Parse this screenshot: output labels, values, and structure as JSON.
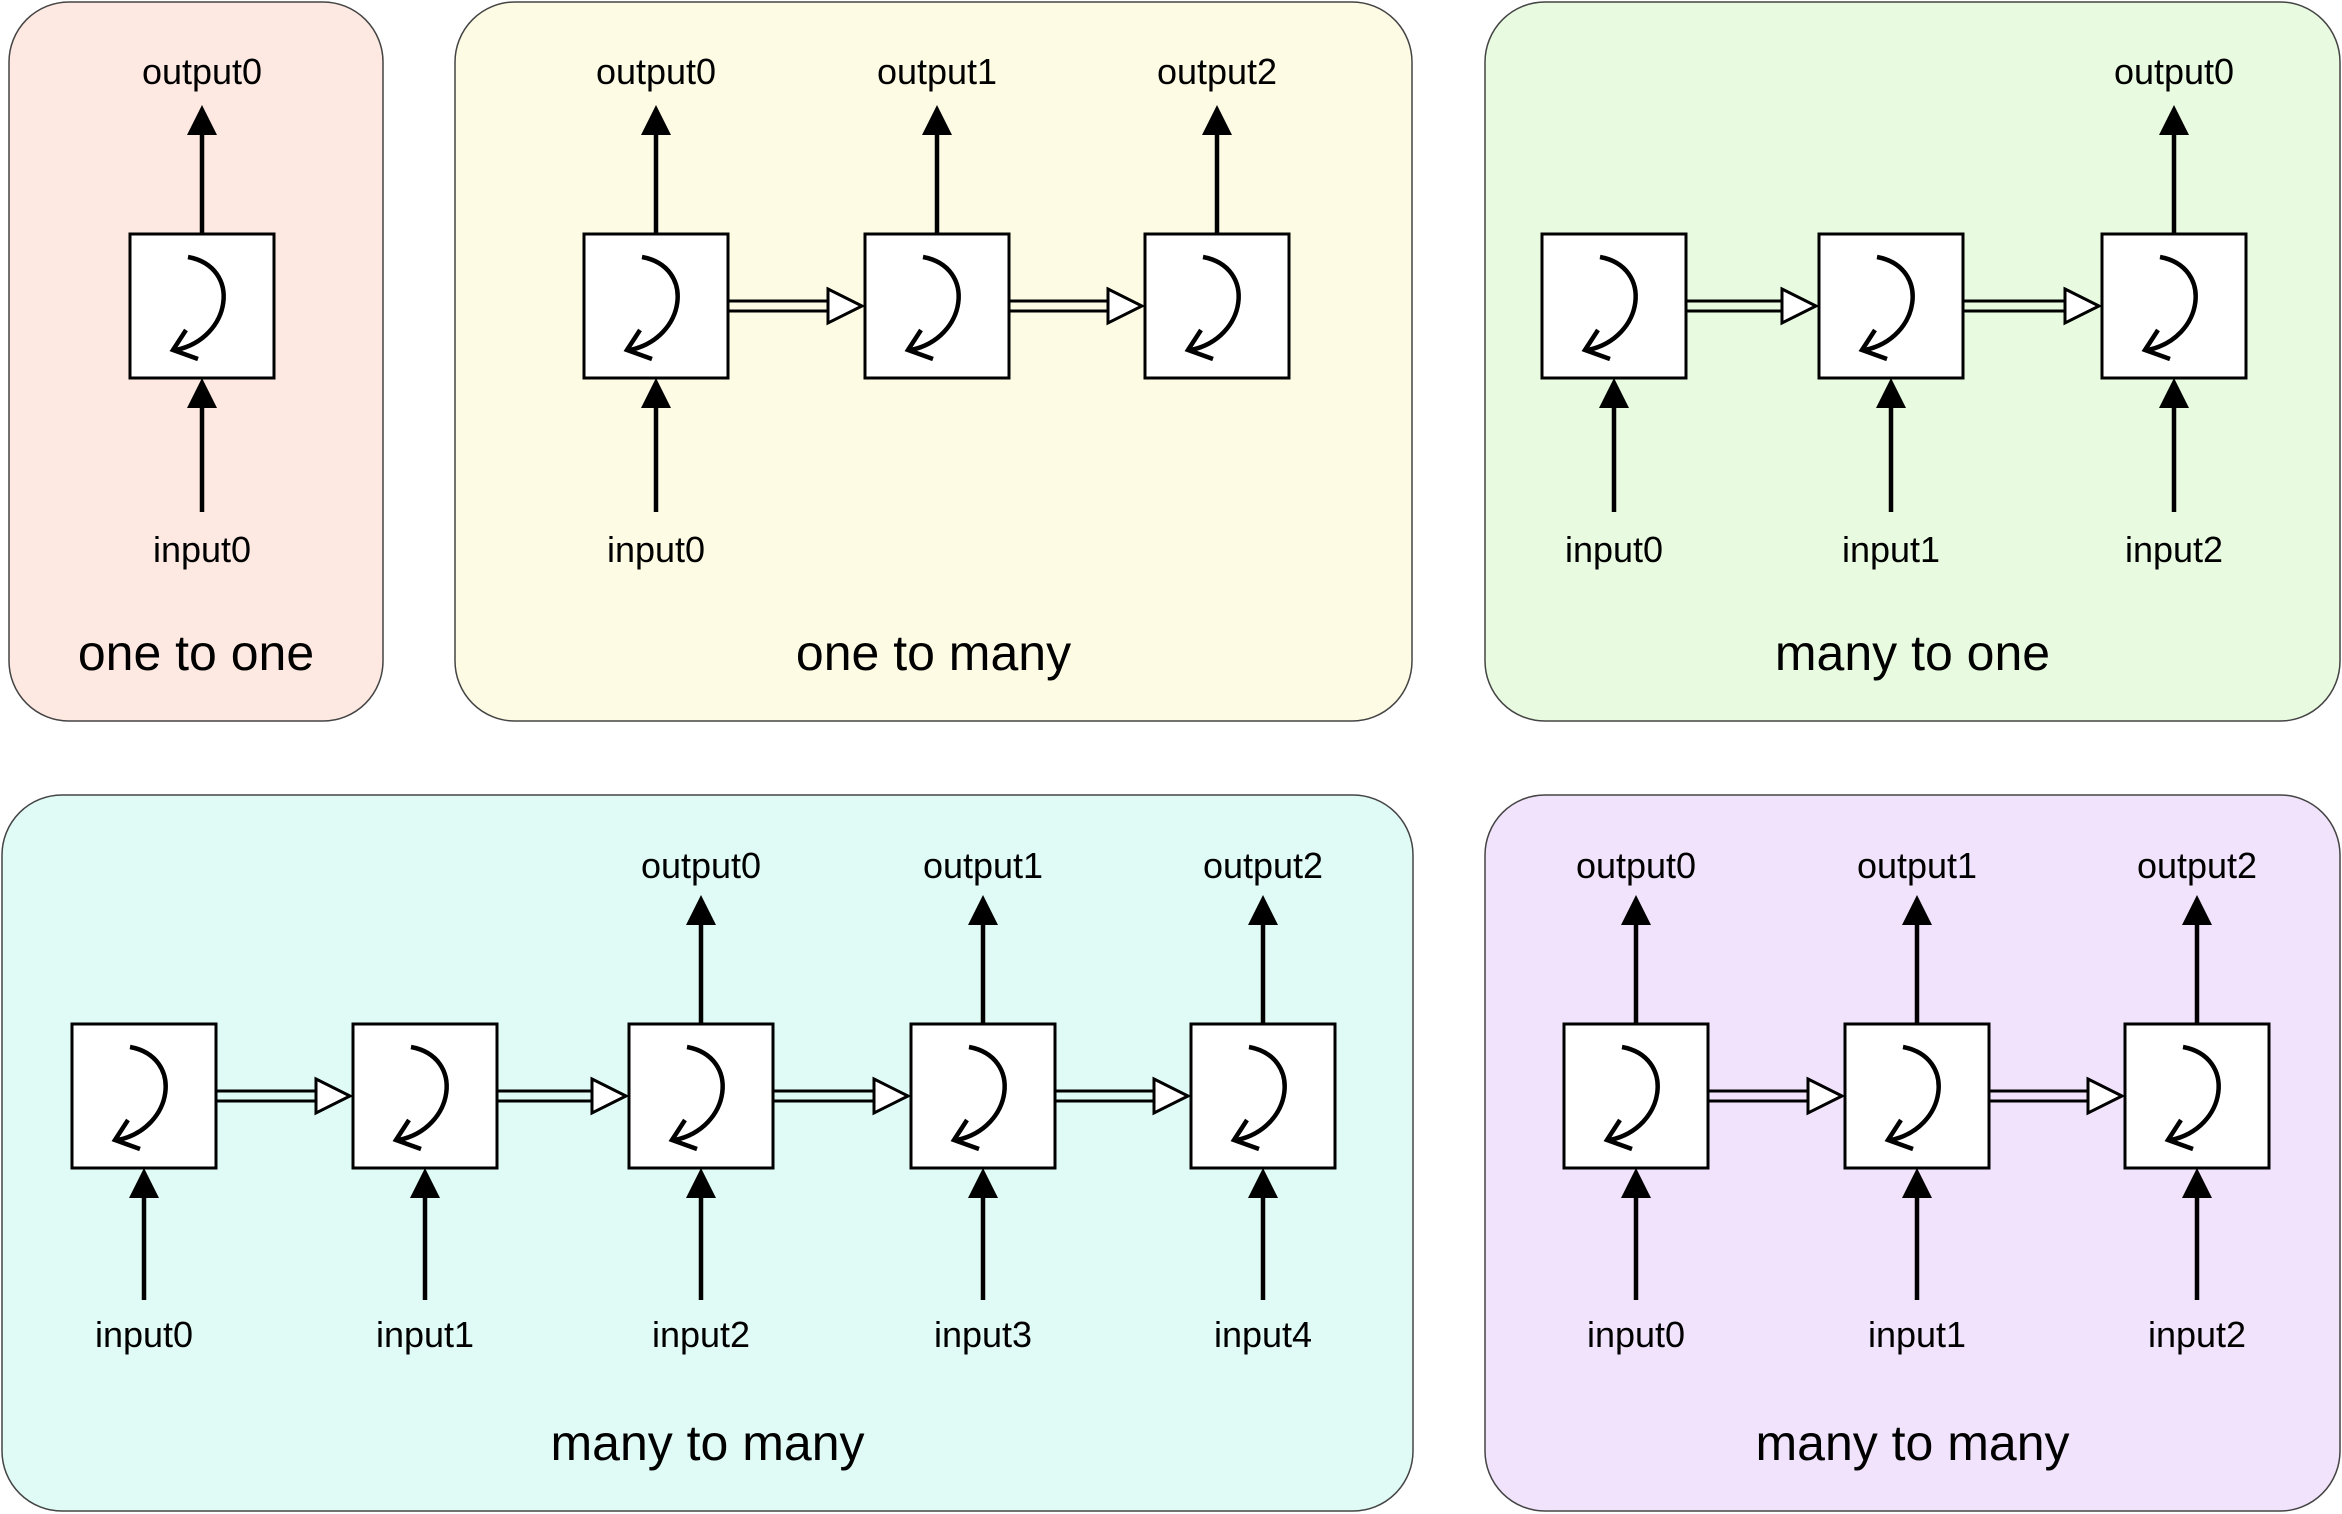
{
  "panels": [
    {
      "key": "one-to-one",
      "title": "one to one",
      "color": "#fde9e1",
      "cells": [
        {
          "output": "output0",
          "input": "input0"
        }
      ]
    },
    {
      "key": "one-to-many",
      "title": "one to many",
      "color": "#fdfbe3",
      "cells": [
        {
          "output": "output0",
          "input": "input0"
        },
        {
          "output": "output1",
          "input": ""
        },
        {
          "output": "output2",
          "input": ""
        }
      ]
    },
    {
      "key": "many-to-one",
      "title": "many to one",
      "color": "#e8fbe0",
      "cells": [
        {
          "output": "",
          "input": "input0"
        },
        {
          "output": "",
          "input": "input1"
        },
        {
          "output": "output0",
          "input": "input2"
        }
      ]
    },
    {
      "key": "many-to-many-delayed",
      "title": "many to many",
      "color": "#e0fbf6",
      "cells": [
        {
          "output": "",
          "input": "input0"
        },
        {
          "output": "",
          "input": "input1"
        },
        {
          "output": "output0",
          "input": "input2"
        },
        {
          "output": "output1",
          "input": "input3"
        },
        {
          "output": "output2",
          "input": "input4"
        }
      ]
    },
    {
      "key": "many-to-many-synced",
      "title": "many to many",
      "color": "#f0e3fb",
      "cells": [
        {
          "output": "output0",
          "input": "input0"
        },
        {
          "output": "output1",
          "input": "input1"
        },
        {
          "output": "output2",
          "input": "input2"
        }
      ]
    }
  ]
}
